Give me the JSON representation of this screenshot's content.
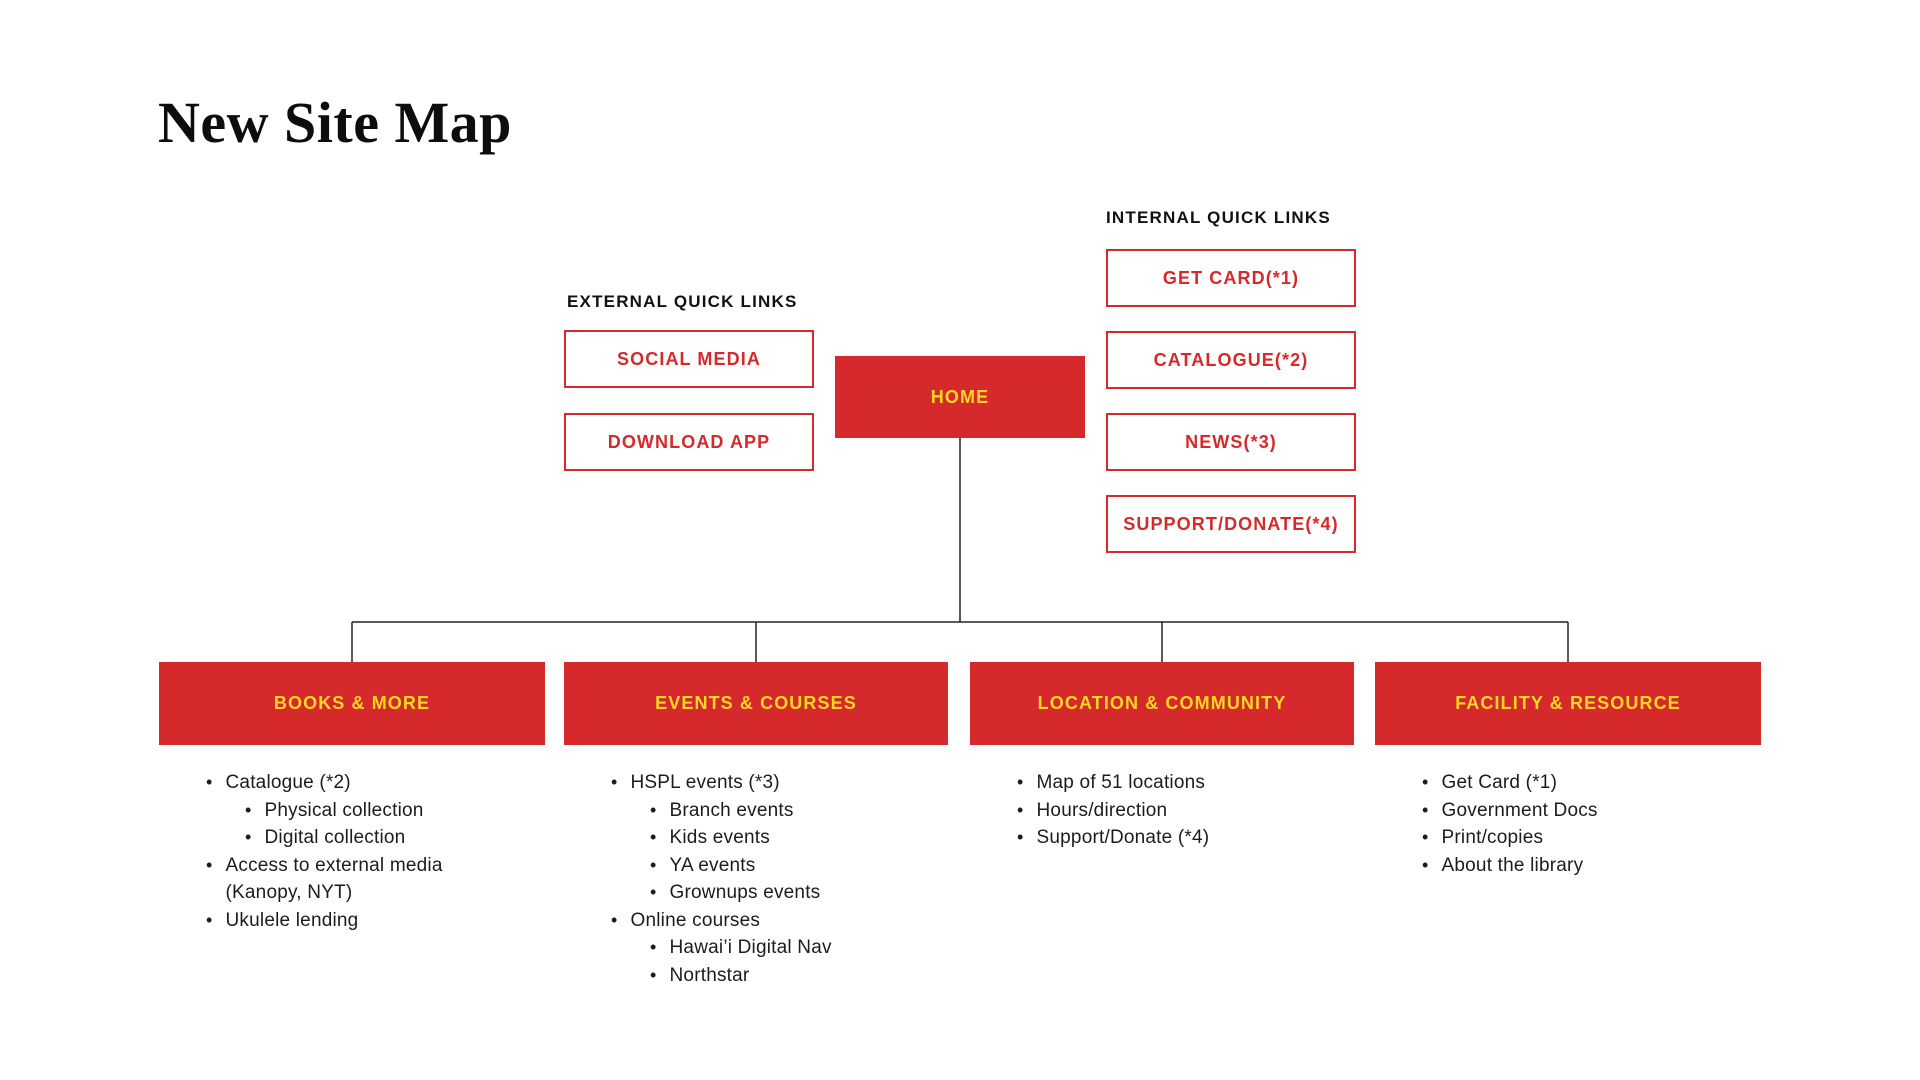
{
  "page": {
    "title": "New Site Map"
  },
  "colors": {
    "brand_red": "#d5292c",
    "accent_yellow": "#fbd723",
    "text_black": "#1a1a1a",
    "connector_black": "#222222",
    "background": "#ffffff"
  },
  "external_quick_links": {
    "label": "EXTERNAL QUICK LINKS",
    "items": [
      {
        "label": "SOCIAL MEDIA"
      },
      {
        "label": "DOWNLOAD APP"
      }
    ]
  },
  "internal_quick_links": {
    "label": "INTERNAL QUICK LINKS",
    "items": [
      {
        "label": "GET CARD(*1)"
      },
      {
        "label": "CATALOGUE(*2)"
      },
      {
        "label": "NEWS(*3)"
      },
      {
        "label": "SUPPORT/DONATE(*4)"
      }
    ]
  },
  "home": {
    "label": "HOME"
  },
  "branches": [
    {
      "label": "BOOKS & MORE",
      "items": [
        {
          "label": "Catalogue (*2)",
          "children": [
            {
              "label": "Physical collection"
            },
            {
              "label": "Digital collection"
            }
          ]
        },
        {
          "label": "Access to external media (Kanopy, NYT)"
        },
        {
          "label": "Ukulele lending"
        }
      ]
    },
    {
      "label": "EVENTS & COURSES",
      "items": [
        {
          "label": "HSPL events (*3)",
          "children": [
            {
              "label": "Branch events"
            },
            {
              "label": "Kids events"
            },
            {
              "label": "YA events"
            },
            {
              "label": "Grownups events"
            }
          ]
        },
        {
          "label": "Online courses",
          "children": [
            {
              "label": "Hawai’i Digital Nav"
            },
            {
              "label": "Northstar"
            }
          ]
        }
      ]
    },
    {
      "label": "LOCATION & COMMUNITY",
      "items": [
        {
          "label": "Map of 51 locations"
        },
        {
          "label": "Hours/direction"
        },
        {
          "label": "Support/Donate (*4)"
        }
      ]
    },
    {
      "label": "FACILITY & RESOURCE",
      "items": [
        {
          "label": "Get Card (*1)"
        },
        {
          "label": "Government Docs"
        },
        {
          "label": "Print/copies"
        },
        {
          "label": "About the library"
        }
      ]
    }
  ]
}
